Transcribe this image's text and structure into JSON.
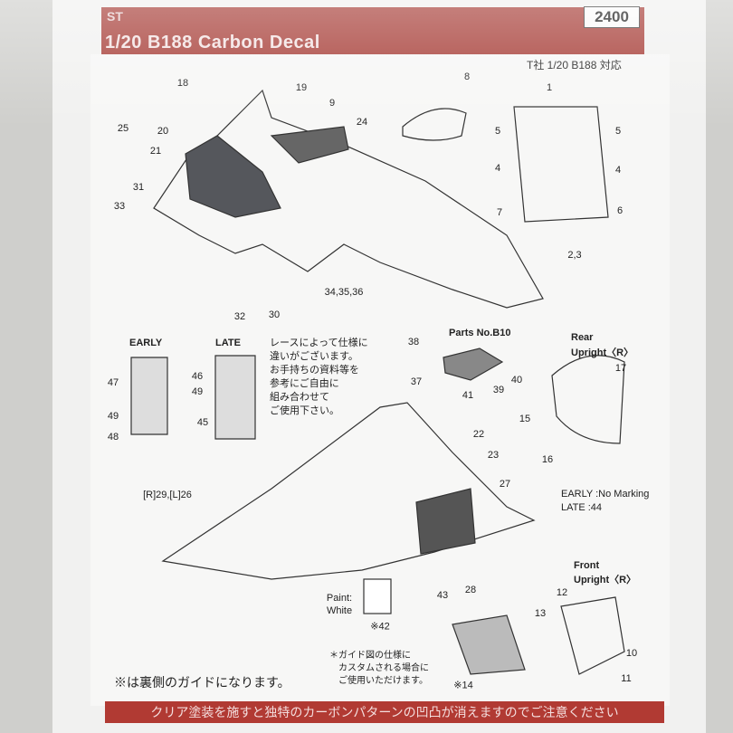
{
  "header": {
    "brand": "ST",
    "title": "1/20  B188 Carbon Decal",
    "product_code": "2400",
    "subtitle": "T社 1/20 B188 対応"
  },
  "callouts": [
    "18",
    "19",
    "9",
    "8",
    "1",
    "25",
    "20",
    "24",
    "5",
    "5",
    "21",
    "4",
    "4",
    "31",
    "33",
    "7",
    "6",
    "2,3",
    "34,35,36",
    "32",
    "30",
    "47",
    "46",
    "49",
    "45",
    "49",
    "48",
    "38",
    "37",
    "41",
    "39",
    "40",
    "17",
    "15",
    "16",
    "22",
    "23",
    "27",
    "43",
    "28",
    "※42",
    "12",
    "13",
    "10",
    "11",
    "※14"
  ],
  "labels": {
    "early": "EARLY",
    "late": "LATE",
    "r29_l26": "[R]29,[L]26",
    "parts_no": "Parts No.B10",
    "rear_upright_1": "Rear",
    "rear_upright_2": "Upright〈R〉",
    "early_no_marking": "EARLY :No Marking",
    "late_44": "LATE :44",
    "paint": "Paint:",
    "white": "White",
    "front_upright_1": "Front",
    "front_upright_2": "Upright〈R〉"
  },
  "notes": {
    "race_spec": "レースによって仕様に\n違いがございます。\nお手持ちの資料等を\n参考にご自由に\n組み合わせて\nご使用下さい。",
    "guide_custom": "＊ガイド図の仕様に\n　カスタムされる場合に\n　ご使用いただけます。",
    "reverse_guide": "※は裏側のガイドになります。"
  },
  "footer": {
    "warning": "クリア塗装を施すと独特のカーボンパターンの凹凸が消えますのでご注意ください"
  }
}
